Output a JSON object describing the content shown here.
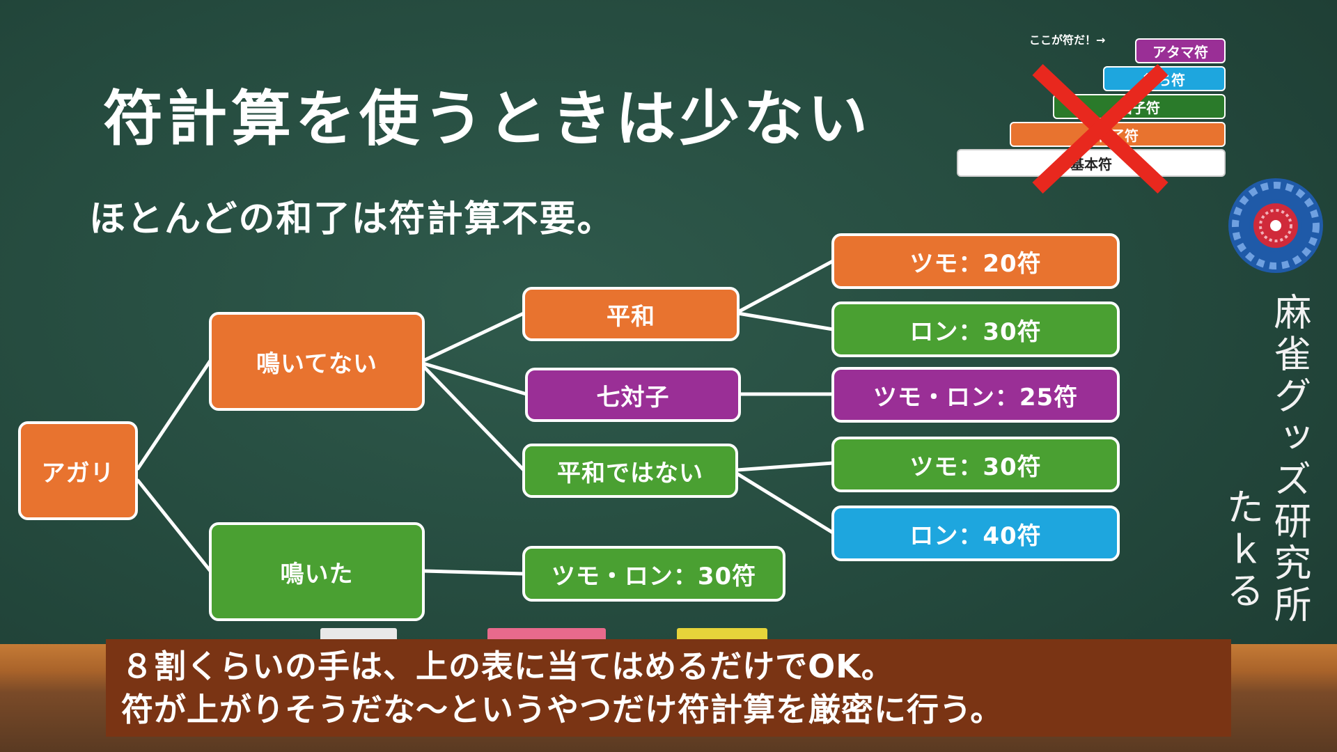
{
  "title": "符計算を使うときは少ない",
  "subtitle": "ほとんどの和了は符計算不要。",
  "flow": {
    "agari": "アガリ",
    "closed": "鳴いてない",
    "open": "鳴いた",
    "pinfu": "平和",
    "chiitoitsu": "七対子",
    "not_pinfu": "平和ではない",
    "pinfu_tsumo": "ツモ：20符",
    "pinfu_ron": "ロン：30符",
    "chiitoi_result": "ツモ・ロン：25符",
    "not_pinfu_tsumo": "ツモ：30符",
    "not_pinfu_ron": "ロン：40符",
    "open_result": "ツモ・ロン：30符"
  },
  "inset": {
    "note": "ここが符だ！→",
    "bar1": "アタマ符",
    "bar2": "待ち符",
    "bar3": "面子符",
    "bar4": "和了符",
    "bar5": "基本符"
  },
  "signature": {
    "name": "麻雀グッズ研究所",
    "author": "たｋる"
  },
  "caption": {
    "line1": "８割くらいの手は、上の表に当てはめるだけでOK。",
    "line2": "符が上がりそうだな～というやつだけ符計算を厳密に行う。"
  },
  "colors": {
    "orange": "#e8732f",
    "green": "#4aa032",
    "purple": "#9a2f96",
    "blue": "#1ea6de",
    "chalkboard": "#244b3f",
    "caption_bg": "#7a3414",
    "cross": "#e8281e"
  }
}
